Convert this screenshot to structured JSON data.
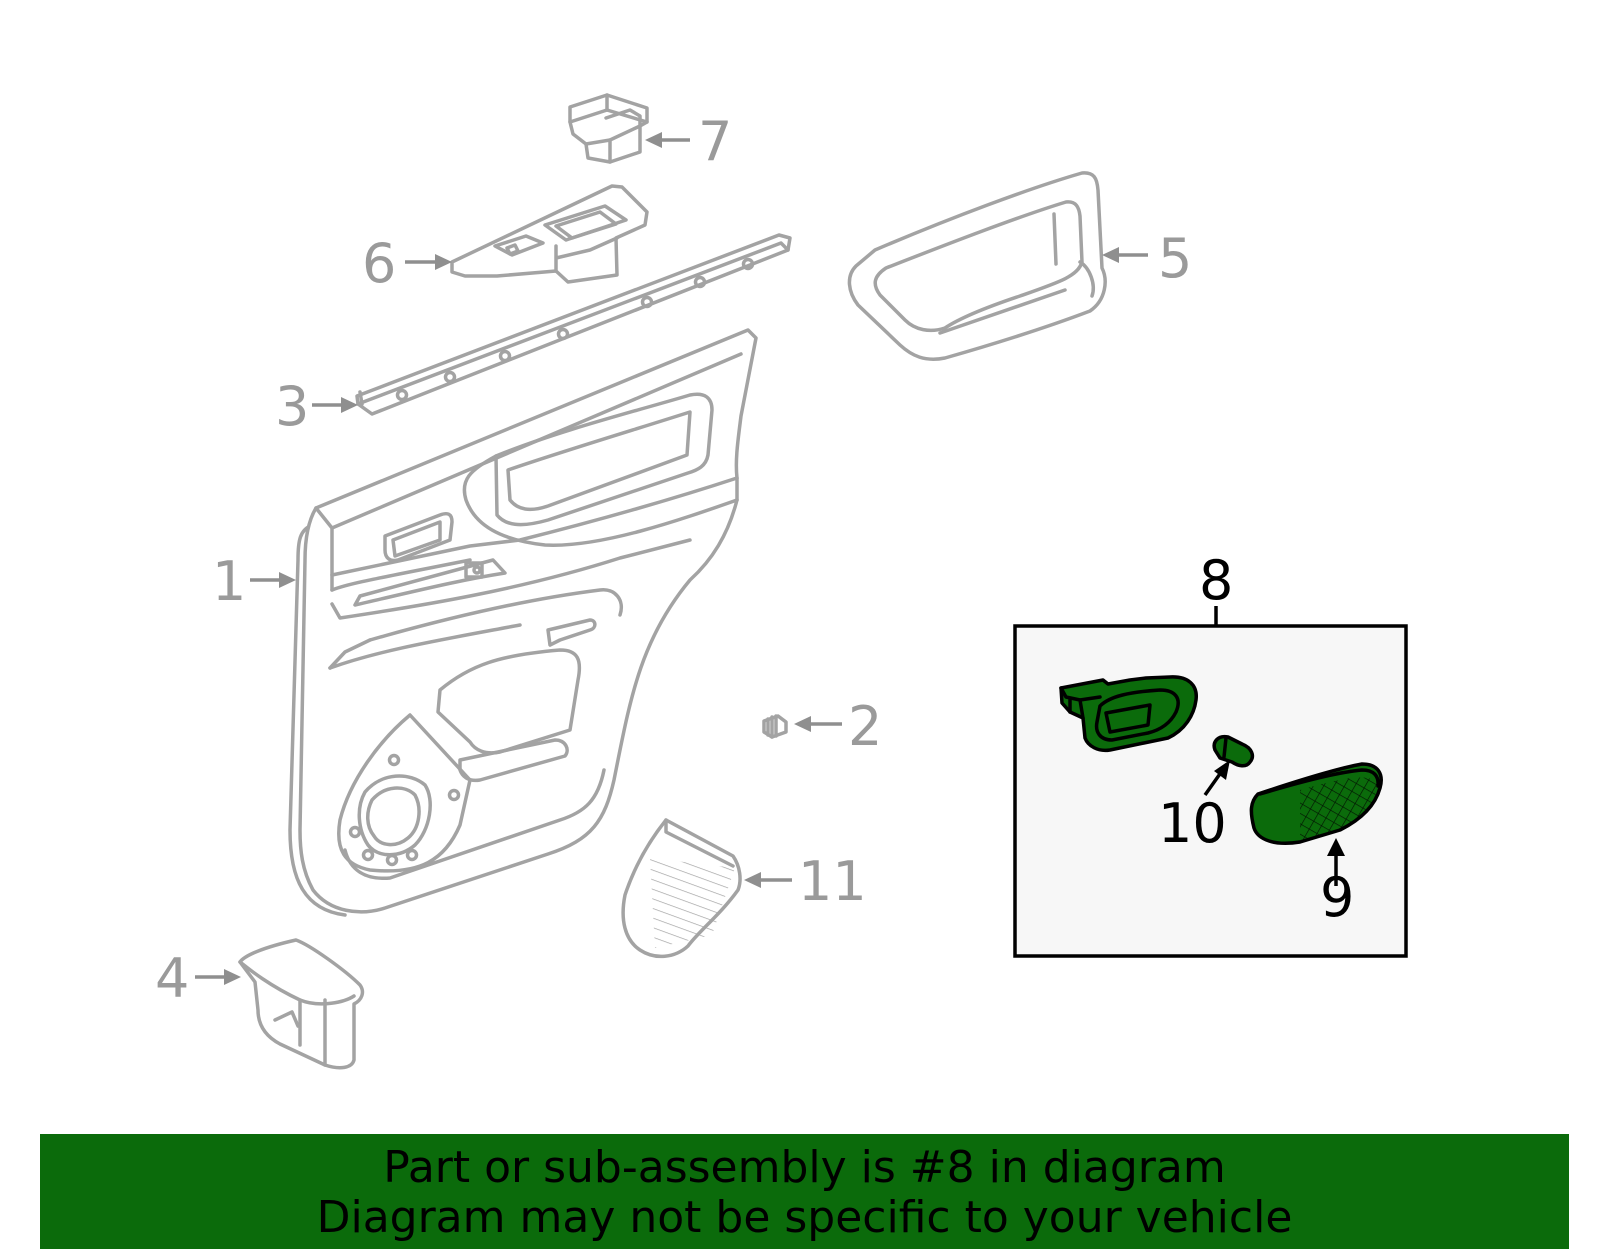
{
  "diagram": {
    "callouts": [
      {
        "id": "1",
        "label": "1"
      },
      {
        "id": "2",
        "label": "2"
      },
      {
        "id": "3",
        "label": "3"
      },
      {
        "id": "4",
        "label": "4"
      },
      {
        "id": "5",
        "label": "5"
      },
      {
        "id": "6",
        "label": "6"
      },
      {
        "id": "7",
        "label": "7"
      },
      {
        "id": "11",
        "label": "11"
      }
    ],
    "highlight_box": {
      "label": "8",
      "items": [
        {
          "id": "9",
          "label": "9"
        },
        {
          "id": "10",
          "label": "10"
        }
      ]
    },
    "colors": {
      "part_outline": "#a3a3a3",
      "highlight_fill": "#0b6b0b",
      "highlight_box_bg": "#f7f7f7",
      "banner_bg": "#0b6b0b"
    }
  },
  "footer": {
    "line1": "Part or sub-assembly is #8 in diagram",
    "line2": "Diagram may not be specific to your vehicle"
  }
}
